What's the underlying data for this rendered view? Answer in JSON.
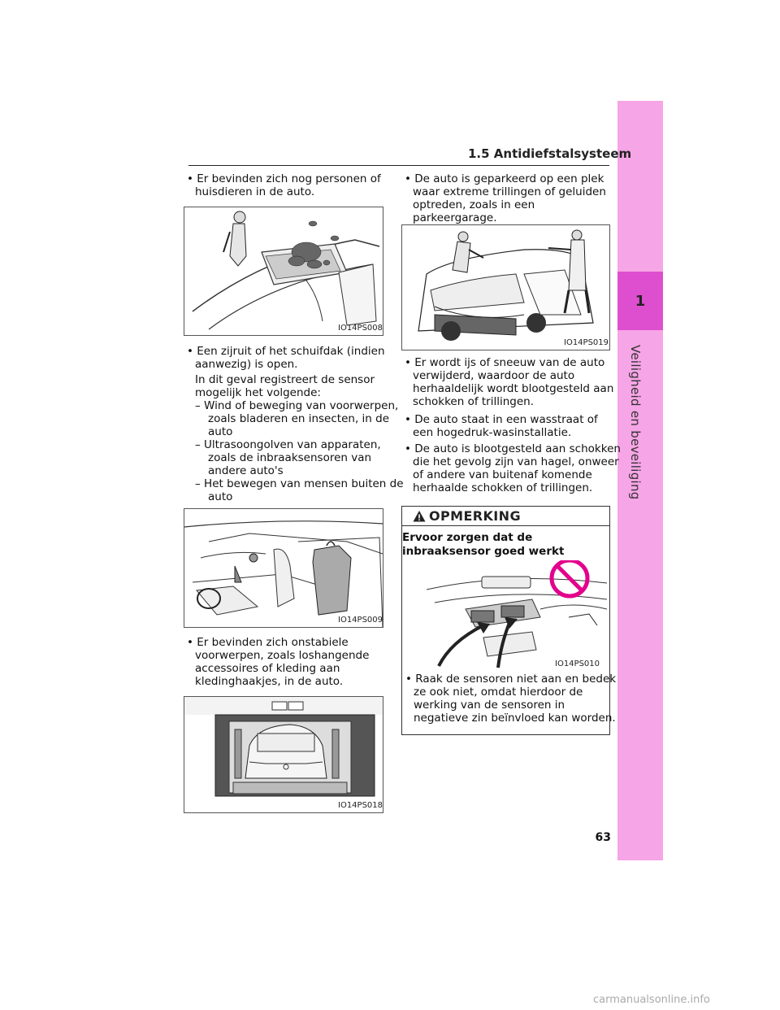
{
  "header": {
    "section_title": "1.5 Antidiefstalsysteem"
  },
  "side_tab": {
    "chapter_number": "1",
    "chapter_title": "Veiligheid en beveiliging"
  },
  "left_column": {
    "bullet_1": "• Er bevinden zich nog personen of huisdieren in de auto.",
    "figure_1_code": "IO14PS008",
    "bullet_2": "• Een zijruit of het schuifdak (indien aanwezig) is open.",
    "para_2": "In dit geval registreert de sensor mogelijk het volgende:",
    "dash_1": "– Wind of beweging van voorwerpen, zoals bladeren en insecten, in de auto",
    "dash_2": "– Ultrasoongolven van apparaten, zoals de inbraaksensoren van andere auto's",
    "dash_3": "– Het bewegen van mensen buiten de auto",
    "figure_2_code": "IO14PS009",
    "bullet_3": "• Er bevinden zich onstabiele voorwerpen, zoals loshangende accessoires of kleding aan kledinghaakjes, in de auto.",
    "figure_3_code": "IO14PS018"
  },
  "right_column": {
    "bullet_1": "• De auto is geparkeerd op een plek waar extreme trillingen of geluiden optreden, zoals in een parkeergarage.",
    "figure_1_code": "IO14PS019",
    "bullet_2": "• Er wordt ijs of sneeuw van de auto verwijderd, waardoor de auto herhaaldelijk wordt blootgesteld aan schokken of trillingen.",
    "bullet_3": "• De auto staat in een wasstraat of een hogedruk-wasinstallatie.",
    "bullet_4": "• De auto is blootgesteld aan schokken die het gevolg zijn van hagel, onweer of andere van buitenaf komende herhaalde schokken of trillingen."
  },
  "notice": {
    "title": "OPMERKING",
    "heading": "Ervoor zorgen dat de inbraaksensor goed werkt",
    "figure_code": "IO14PS010",
    "bullet": "• Raak de sensoren niet aan en bedek ze ook niet, omdat hierdoor de werking van de sensoren in negatieve zin beïnvloed kan worden."
  },
  "footer": {
    "page_number": "63",
    "watermark": "carmanualsonline.info"
  },
  "colors": {
    "side_tab": "#f6a5e6",
    "chapter_box": "#de4fcf",
    "prohibition": "#e3008c"
  }
}
